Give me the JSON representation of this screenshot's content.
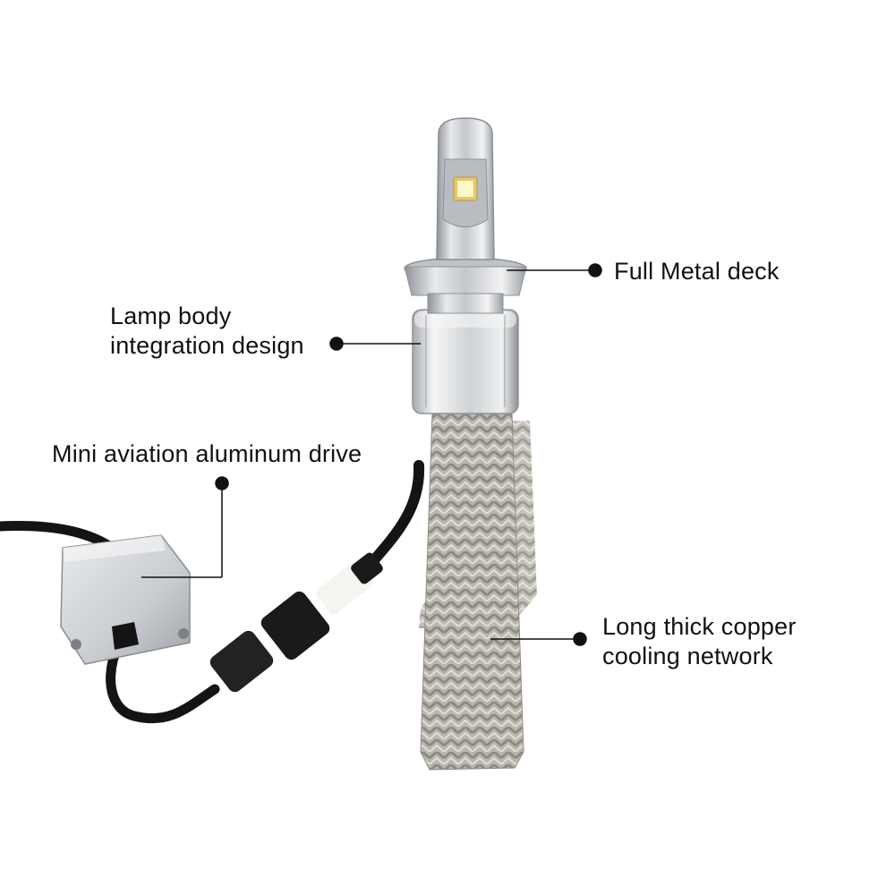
{
  "callouts": {
    "full_metal_deck": {
      "line1": "Full Metal deck"
    },
    "lamp_body": {
      "line1": "Lamp body",
      "line2": "integration design"
    },
    "drive": {
      "line1": "Mini aviation aluminum drive"
    },
    "cooling": {
      "line1": "Long thick copper",
      "line2": "cooling network"
    }
  },
  "colors": {
    "text": "#111111",
    "leader": "#111111",
    "metal": "#c9ccd0",
    "braid": "#b7b4ad",
    "cable": "#141414",
    "led": "#fff7c8"
  }
}
